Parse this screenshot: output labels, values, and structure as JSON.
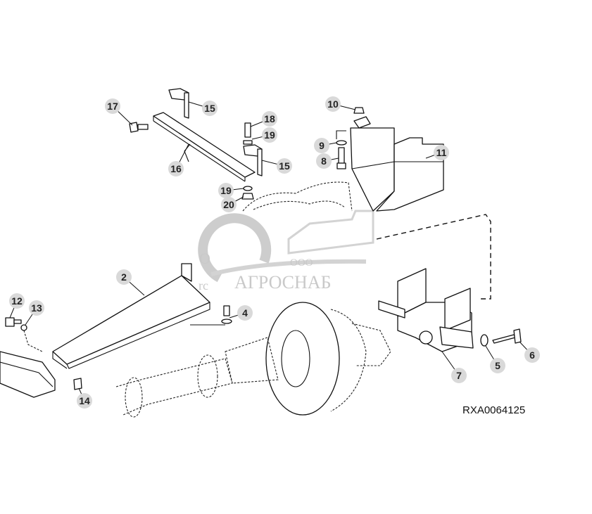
{
  "diagram": {
    "drawing_code": "RXA0064125",
    "callouts": [
      {
        "id": "17",
        "label": "17"
      },
      {
        "id": "15a",
        "label": "15"
      },
      {
        "id": "18",
        "label": "18"
      },
      {
        "id": "19a",
        "label": "19"
      },
      {
        "id": "15b",
        "label": "15"
      },
      {
        "id": "16",
        "label": "16"
      },
      {
        "id": "19b",
        "label": "19"
      },
      {
        "id": "20",
        "label": "20"
      },
      {
        "id": "10",
        "label": "10"
      },
      {
        "id": "9",
        "label": "9"
      },
      {
        "id": "8",
        "label": "8"
      },
      {
        "id": "11",
        "label": "11"
      },
      {
        "id": "2",
        "label": "2"
      },
      {
        "id": "4",
        "label": "4"
      },
      {
        "id": "12",
        "label": "12"
      },
      {
        "id": "13",
        "label": "13"
      },
      {
        "id": "14",
        "label": "14"
      },
      {
        "id": "5",
        "label": "5"
      },
      {
        "id": "6",
        "label": "6"
      },
      {
        "id": "7",
        "label": "7"
      }
    ],
    "callout_style": {
      "badge_color": "#d9d9d9",
      "text_color": "#222222"
    }
  },
  "watermark": {
    "line1": "ООО",
    "line2": "АГРОСНАБ",
    "fragment1": "О",
    "fragment2": "rc",
    "color": "#c4c4c4"
  }
}
